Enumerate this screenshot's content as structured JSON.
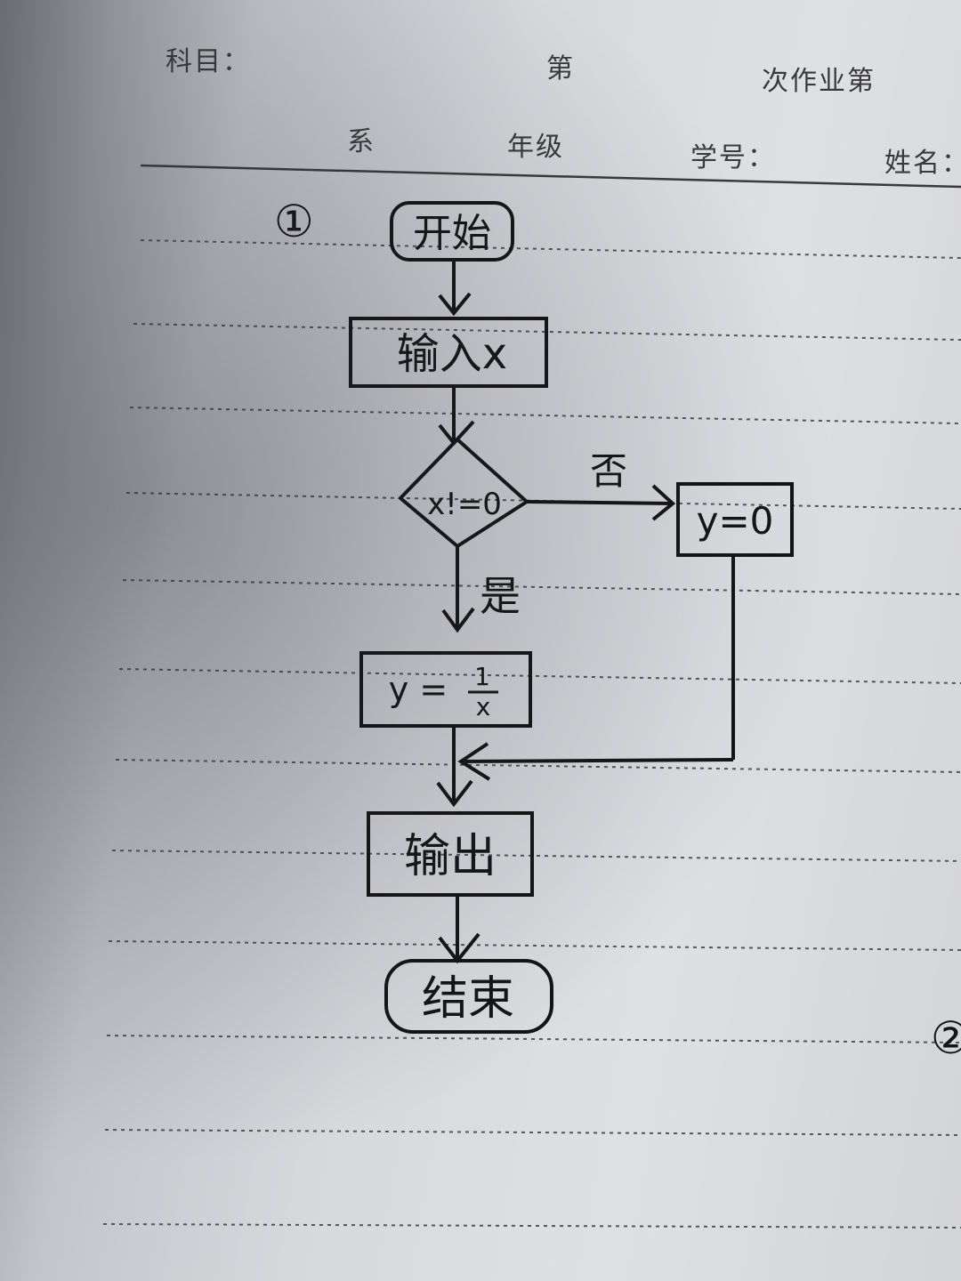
{
  "header": {
    "subject_label": "科目：",
    "nth_label": "第",
    "homework_label": "次作业第",
    "department_label": "系",
    "grade_label": "年级",
    "student_id_label": "学号：",
    "name_label": "姓名："
  },
  "problem": {
    "number": "①",
    "next_number": "②"
  },
  "flowchart": {
    "start": "开始",
    "input": "输入x",
    "condition": "x!=0",
    "no_label": "否",
    "yes_label": "是",
    "else_branch": "y=0",
    "then_branch_lhs": "y =",
    "then_branch_num": "1",
    "then_branch_den": "x",
    "output": "输出",
    "end": "结束"
  }
}
